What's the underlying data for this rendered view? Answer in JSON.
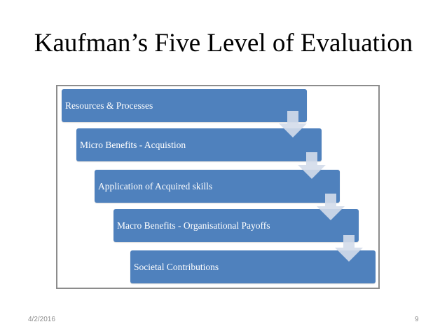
{
  "title": "Kaufman’s Five Level of Evaluation",
  "levels": [
    {
      "label": "Resources & Processes"
    },
    {
      "label": "Micro Benefits - Acquistion"
    },
    {
      "label": "Application of Acquired skills"
    },
    {
      "label": "Macro Benefits - Organisational Payoffs"
    },
    {
      "label": "Societal Contributions"
    }
  ],
  "colors": {
    "box": "#4f81bd",
    "arrow": "#d3dcea"
  },
  "footer": {
    "date": "4/2/2016",
    "page": "9"
  }
}
